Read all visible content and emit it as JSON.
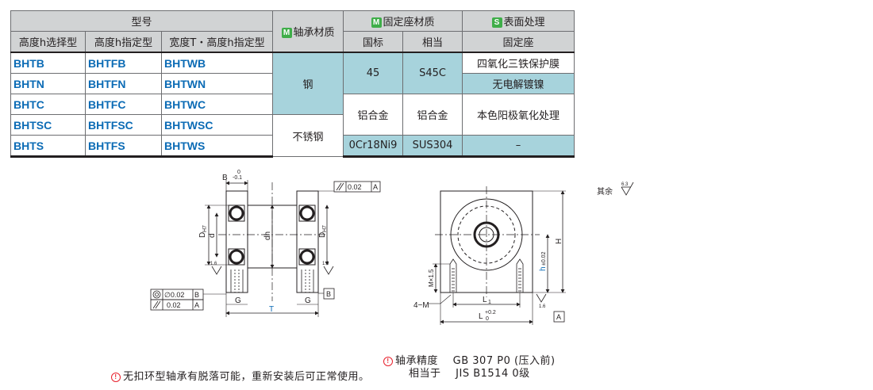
{
  "table": {
    "header": {
      "model": "型号",
      "bearing_material": "轴承材质",
      "housing_material": "固定座材质",
      "surface_treatment": "表面处理",
      "badge_m": "M",
      "badge_s": "S"
    },
    "subheader": {
      "select_h": "高度h选择型",
      "specify_h": "高度h指定型",
      "width_height": "宽度T・高度h指定型",
      "national": "国标",
      "equivalent": "相当",
      "housing": "固定座"
    },
    "rows": [
      {
        "select": "BHTB",
        "specify": "BHTFB",
        "wh": "BHTWB"
      },
      {
        "select": "BHTN",
        "specify": "BHTFN",
        "wh": "BHTWN"
      },
      {
        "select": "BHTC",
        "specify": "BHTFC",
        "wh": "BHTWC"
      },
      {
        "select": "BHTSC",
        "specify": "BHTFSC",
        "wh": "BHTWSC"
      },
      {
        "select": "BHTS",
        "specify": "BHTFS",
        "wh": "BHTWS"
      }
    ],
    "bearing_steel": "钢",
    "bearing_stainless": "不锈钢",
    "mat_45": "45",
    "mat_s45c": "S45C",
    "mat_al": "铝合金",
    "mat_al_eq": "铝合金",
    "mat_sus_cn": "0Cr18Ni9",
    "mat_sus": "SUS304",
    "surf_1": "四氧化三铁保护膜",
    "surf_2": "无电解镀镍",
    "surf_3": "本色阳极氧化处理",
    "surf_4": "–"
  },
  "drawing": {
    "label_B": "B",
    "tol_B_top": "0",
    "tol_B_bot": "-0.1",
    "label_DH7": "D",
    "label_DH7_sub": "H7",
    "label_d": "d",
    "label_dh": "dh",
    "label_G": "G",
    "label_T": "T",
    "label_H": "H",
    "label_h": "h",
    "label_h_tol": "±0.02",
    "label_L1": "L",
    "label_L1_sub": "1",
    "label_L": "L",
    "tol_L_top": "+0.2",
    "tol_L_bot": "0",
    "label_4M": "4−M",
    "label_Mx15": "M×1.5",
    "frame_parallel": "0.02",
    "frame_parallel_ref": "A",
    "frame_conc": "∅0.02",
    "frame_conc_ref": "B",
    "frame_par2": "0.02",
    "frame_par2_ref": "A",
    "datum_A": "A",
    "datum_B": "B",
    "rough_16": "1.6",
    "other_label": "其余",
    "other_value": "6.3"
  },
  "notes": {
    "precision_label": "轴承精度",
    "precision_value": "GB  307   P0 (压入前)",
    "equiv_label": "相当于",
    "equiv_value": "JIS  B1514  0级",
    "warning": "无扣环型轴承有脱落可能，重新安装后可正常使用。"
  },
  "colors": {
    "header_bg": "#d1d3d4",
    "tint_bg": "#a7d3dc",
    "code_blue": "#0b6bb5",
    "badge_green": "#3fae49",
    "warn_red": "#e8212d"
  }
}
